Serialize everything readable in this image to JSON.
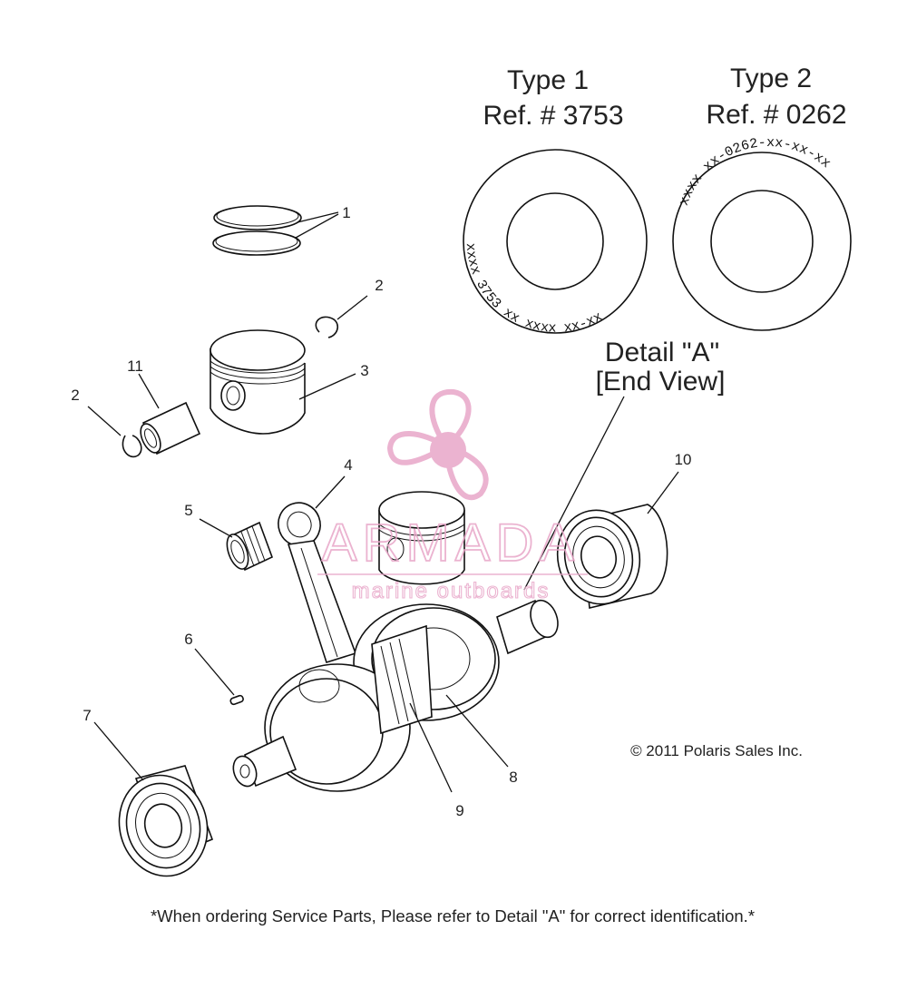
{
  "detail_type1": {
    "title": "Type 1",
    "ref": "Ref. # 3753",
    "ring_text": "xxxx 3753 xx xxxx xx-xx"
  },
  "detail_type2": {
    "title": "Type 2",
    "ref": "Ref. # 0262",
    "ring_text": "xxxx xx-0262-xx-xx-xx"
  },
  "detail_a": {
    "line1": "Detail \"A\"",
    "line2": "[End View]"
  },
  "callouts": {
    "c1": "1",
    "c2a": "2",
    "c2b": "2",
    "c3": "3",
    "c4": "4",
    "c5": "5",
    "c6": "6",
    "c7": "7",
    "c8": "8",
    "c9": "9",
    "c10": "10",
    "c11": "11"
  },
  "watermark": {
    "brand": "ARMADA",
    "tagline": "marine outboards",
    "color": "#e8a6c8"
  },
  "copyright": "© 2011 Polaris Sales Inc.",
  "footer_note": "*When ordering Service Parts, Please refer to Detail \"A\" for correct identification.*"
}
